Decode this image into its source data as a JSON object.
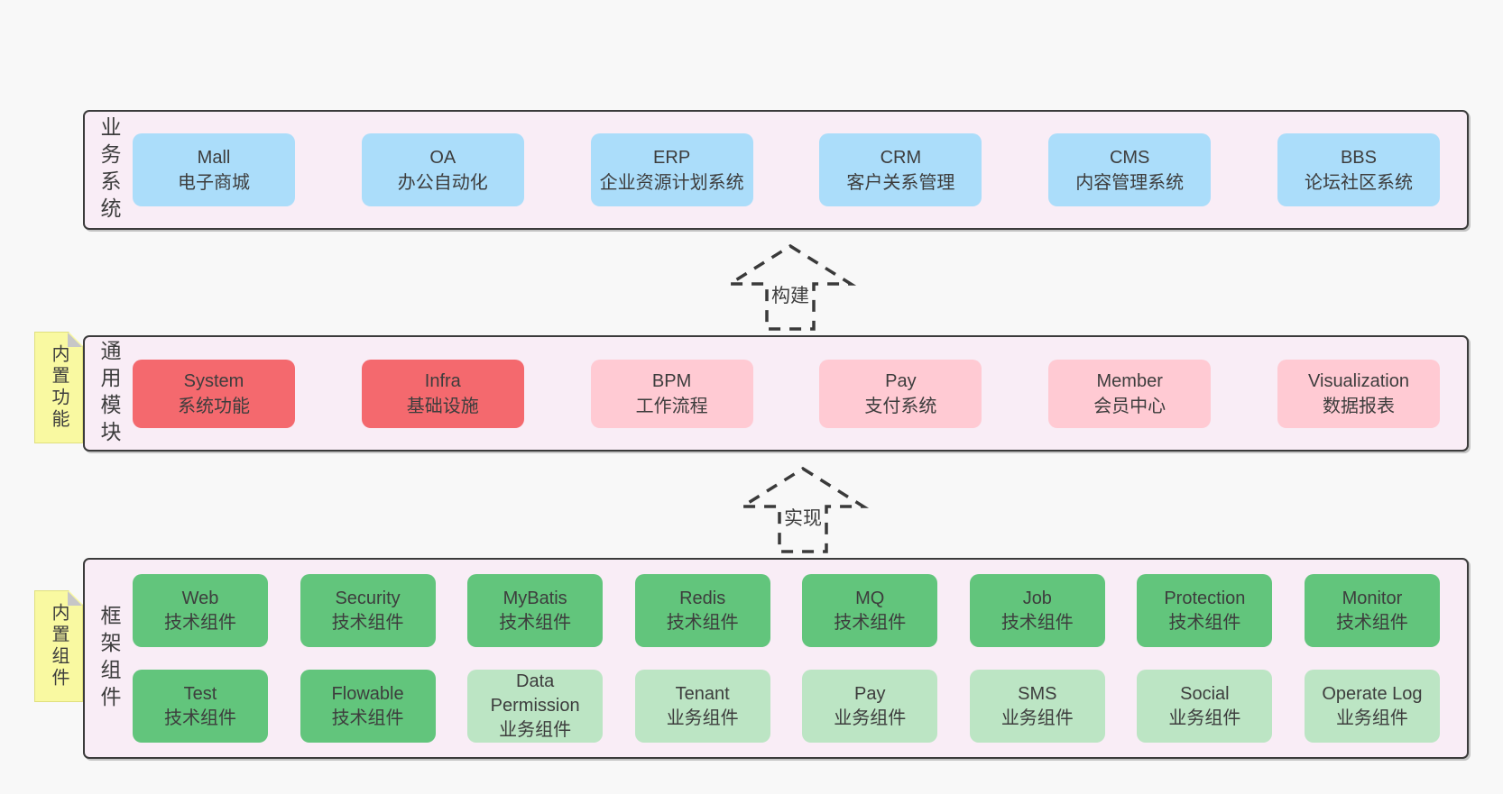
{
  "colors": {
    "page_bg": "#f8f8f8",
    "band_bg": "#f9edf6",
    "band_border": "#3b3b3b",
    "text": "#3d3d3d",
    "blue": "#abddfa",
    "red": "#f4696e",
    "pink": "#ffcad3",
    "green_dark": "#62c57c",
    "green_light": "#bce5c4",
    "sticky_yellow": "#f9f9a1",
    "sticky_fold": "#c7c7c7"
  },
  "arrows": [
    {
      "label": "构建"
    },
    {
      "label": "实现"
    }
  ],
  "stickies": [
    {
      "label": "内置功能"
    },
    {
      "label": "内置组件"
    }
  ],
  "bands": [
    {
      "label": "业务系统",
      "rows": [
        [
          {
            "title": "Mall",
            "subtitle": "电子商城"
          },
          {
            "title": "OA",
            "subtitle": "办公自动化"
          },
          {
            "title": "ERP",
            "subtitle": "企业资源计划系统"
          },
          {
            "title": "CRM",
            "subtitle": "客户关系管理"
          },
          {
            "title": "CMS",
            "subtitle": "内容管理系统"
          },
          {
            "title": "BBS",
            "subtitle": "论坛社区系统"
          }
        ]
      ]
    },
    {
      "label": "通用模块",
      "rows": [
        [
          {
            "title": "System",
            "subtitle": "系统功能"
          },
          {
            "title": "Infra",
            "subtitle": "基础设施"
          },
          {
            "title": "BPM",
            "subtitle": "工作流程"
          },
          {
            "title": "Pay",
            "subtitle": "支付系统"
          },
          {
            "title": "Member",
            "subtitle": "会员中心"
          },
          {
            "title": "Visualization",
            "subtitle": "数据报表"
          }
        ]
      ]
    },
    {
      "label": "框架组件",
      "rows": [
        [
          {
            "title": "Web",
            "subtitle": "技术组件"
          },
          {
            "title": "Security",
            "subtitle": "技术组件"
          },
          {
            "title": "MyBatis",
            "subtitle": "技术组件"
          },
          {
            "title": "Redis",
            "subtitle": "技术组件"
          },
          {
            "title": "MQ",
            "subtitle": "技术组件"
          },
          {
            "title": "Job",
            "subtitle": "技术组件"
          },
          {
            "title": "Protection",
            "subtitle": "技术组件"
          },
          {
            "title": "Monitor",
            "subtitle": "技术组件"
          }
        ],
        [
          {
            "title": "Test",
            "subtitle": "技术组件"
          },
          {
            "title": "Flowable",
            "subtitle": "技术组件"
          },
          {
            "title": "Data Permission",
            "subtitle": "业务组件"
          },
          {
            "title": "Tenant",
            "subtitle": "业务组件"
          },
          {
            "title": "Pay",
            "subtitle": "业务组件"
          },
          {
            "title": "SMS",
            "subtitle": "业务组件"
          },
          {
            "title": "Social",
            "subtitle": "业务组件"
          },
          {
            "title": "Operate Log",
            "subtitle": "业务组件"
          }
        ]
      ]
    }
  ]
}
